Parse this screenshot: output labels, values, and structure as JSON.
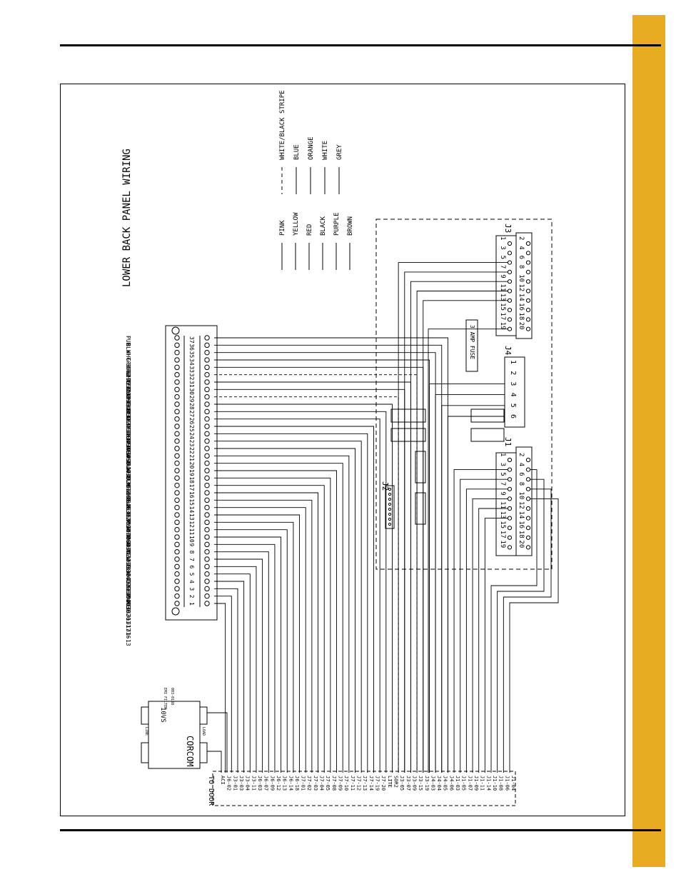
{
  "accent_color": "#E8AC22",
  "diagram": {
    "title": "LOWER BACK PANEL WIRING",
    "legend_solid": [
      "PINK",
      "YELLOW",
      "RED",
      "BLACK",
      "PURPLE",
      "BROWN"
    ],
    "legend_right": [
      "WHITE/BLACK STRIPE",
      "BLUE",
      "ORANGE",
      "WHITE",
      "GREY"
    ],
    "terminal_labels": [
      "RED --- J1-13",
      "PNK --- J1-16",
      "RED --- J1-17",
      "ORG --- J3-01",
      "WHT --- J3-02",
      "BLK --- J3-03",
      "WHT --- J3-04",
      "YEL --- J3-11",
      "WHT --- J3-12",
      "WHT --- J3-14",
      "WHT --- J3-18",
      "PUR --- J4-01",
      "PUR --- J4-02",
      "BLU --- J6-03",
      "BLK --- J6-06",
      "WHT --- J6-07",
      "ORG --- J6-09",
      "BLK --- J6-12",
      "WHT --- J6-13",
      "BLK --- J6-14",
      "WHT --- J6-18",
      "RED --- J7-01",
      "RED --- J7-02",
      "RED --- J7-03",
      "RED --- J7-04",
      "RED --- J7-05",
      "RED --- J7-08",
      "BLU --- J7-09",
      "WHT/BLK J7-10",
      "BLU --- J7-11",
      "YEL --- J7-12",
      "WHT/BLK J7-13",
      "ORG --- J7-14",
      "GRY --- J7-19",
      "WHT --- J7-20",
      "BLK --- LITE",
      "PUR --- SOR2"
    ],
    "terminal_numbers": [
      "1",
      "2",
      "3",
      "4",
      "5",
      "6",
      "7",
      "8",
      "9",
      "10",
      "11",
      "12",
      "13",
      "14",
      "15",
      "16",
      "17",
      "18",
      "19",
      "20",
      "21",
      "22",
      "23",
      "24",
      "25",
      "26",
      "27",
      "28",
      "29",
      "30",
      "31",
      "32",
      "33",
      "34",
      "35",
      "36",
      "37"
    ],
    "door_labels": [
      "ACI",
      "J6-02",
      "J3-01",
      "J3-03",
      "J3-04",
      "J3-11",
      "J6-03",
      "J6-07",
      "J6-09",
      "J6-12",
      "J6-13",
      "J6-14",
      "J6-18",
      "J7-01",
      "J7-02",
      "J7-03",
      "J7-04",
      "J7-05",
      "J7-08",
      "J7-09",
      "J7-10",
      "J7-11",
      "J7-12",
      "J7-13",
      "J7-14",
      "J7-19",
      "J7-20",
      "LITE",
      "SOR2",
      "J3-05",
      "J3-07",
      "J3-09",
      "J3-15",
      "J3-19",
      "J4-03",
      "J4-04",
      "J4-05",
      "J4-06",
      "J1-03",
      "J1-05",
      "J1-07",
      "J1-09",
      "J1-11",
      "J1-14",
      "J1-10",
      "J1-08",
      "J1-06",
      "J1-04"
    ],
    "to_door": "TO DOOR",
    "filter_brand": "CORCOM",
    "filter_model": "10VS",
    "filter_caption": "EMI FILTER",
    "filter_part": "003-0188",
    "line_label": "LINE",
    "load_label": "LOAD",
    "j2_label": "J2",
    "j3_label": "J3",
    "j4_label": "J4",
    "j1_label": "J1",
    "fuse_label": "3 AMP FUSE",
    "j3_odd": [
      "1",
      "3",
      "5",
      "7",
      "9",
      "11",
      "13",
      "15",
      "17",
      "19"
    ],
    "j3_even": [
      "2",
      "4",
      "6",
      "8",
      "10",
      "12",
      "14",
      "16",
      "18",
      "20"
    ],
    "j4_pins": [
      "1",
      "2",
      "3",
      "4",
      "5",
      "6"
    ],
    "j1_odd": [
      "1",
      "3",
      "5",
      "7",
      "9",
      "11",
      "13",
      "15",
      "17",
      "19"
    ],
    "j1_even": [
      "2",
      "4",
      "6",
      "8",
      "10",
      "12",
      "14",
      "16",
      "18",
      "20"
    ]
  }
}
